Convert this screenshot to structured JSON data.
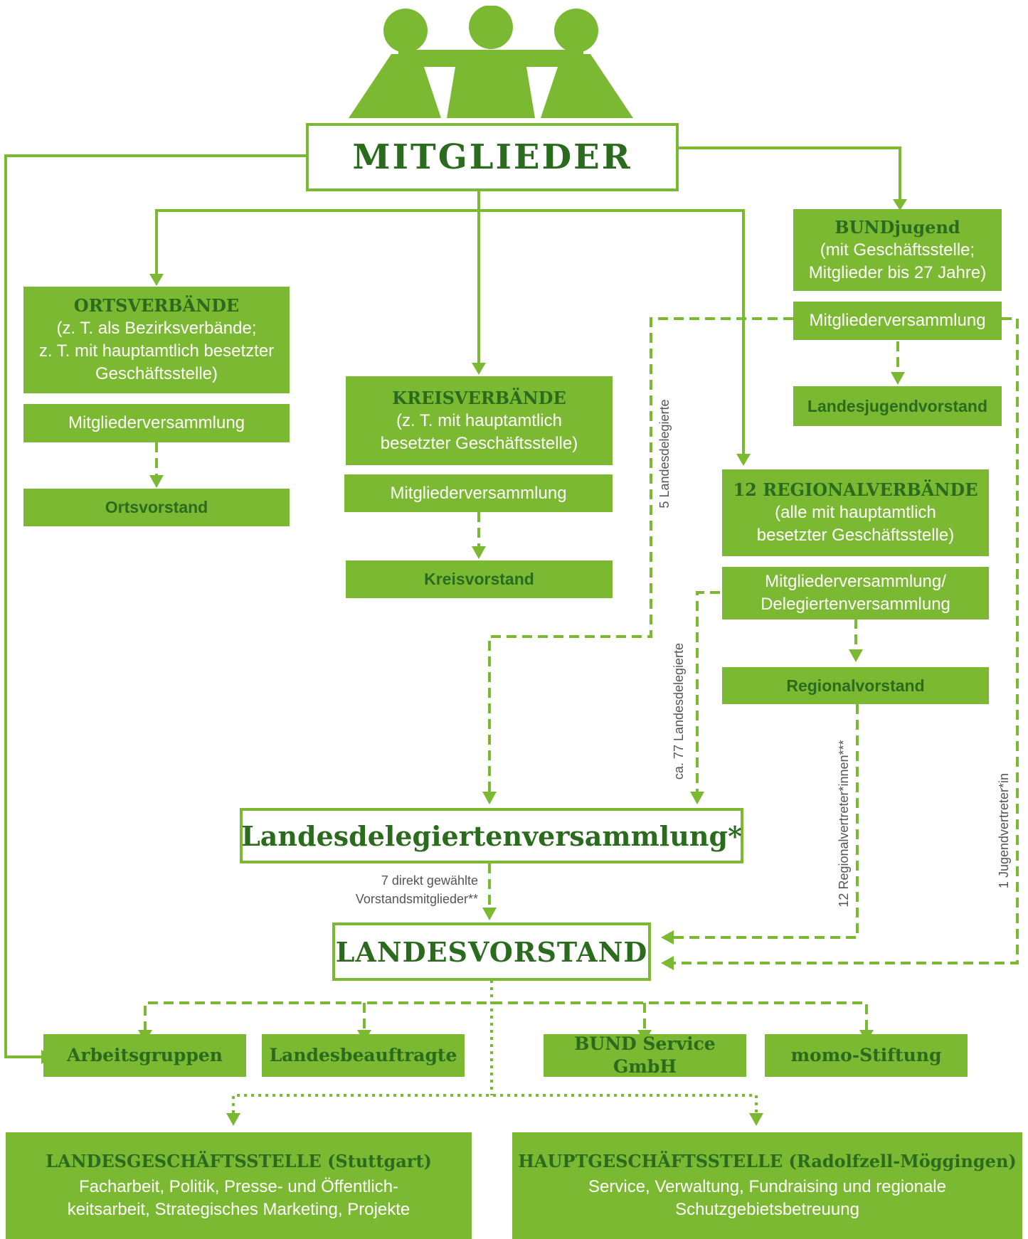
{
  "colors": {
    "green": "#7cb933",
    "dark_green": "#2a6b1e",
    "white": "#ffffff"
  },
  "icons": {
    "people": "people-group-icon"
  },
  "mitglieder": "MITGLIEDER",
  "bundjugend": {
    "title": "BUNDjugend",
    "text1": "(mit Geschäftsstelle;",
    "text2": "Mitglieder bis 27 Jahre)",
    "mv": "Mitgliederversammlung",
    "vorstand": "Landesjugendvorstand"
  },
  "ortsverbaende": {
    "title": "ORTSVERBÄNDE",
    "text1": "(z. T. als Bezirksverbände;",
    "text2": "z. T. mit hauptamtlich besetzter",
    "text3": "Geschäftsstelle)",
    "mv": "Mitgliederversammlung",
    "vorstand": "Ortsvorstand"
  },
  "kreisverbaende": {
    "title": "KREISVERBÄNDE",
    "text1": "(z. T. mit hauptamtlich",
    "text2": "besetzter Geschäftsstelle)",
    "mv": "Mitgliederversammlung",
    "vorstand": "Kreisvorstand"
  },
  "regionalverbaende": {
    "title": "12 REGIONALVERBÄNDE",
    "text1": "(alle mit hauptamtlich",
    "text2": "besetzter Geschäftsstelle)",
    "mv1": "Mitgliederversammlung/",
    "mv2": "Delegiertenversammlung",
    "vorstand": "Regionalvorstand"
  },
  "labels": {
    "landesdelegierte5": "5 Landesdelegierte",
    "landesdelegierte77": "ca. 77 Landesdelegierte",
    "regionalvertreter": "12 Regionalvertreter*innen***",
    "jugendvertreter": "1 Jugendvertreter*in",
    "direkt1": "7 direkt gewählte",
    "direkt2": "Vorstandsmitglieder**"
  },
  "landesdelegiertenversammlung": "Landesdelegiertenversammlung*",
  "landesvorstand": "LANDESVORSTAND",
  "bottom_row": [
    "Arbeitsgruppen",
    "Landesbeauftragte",
    "BUND Service GmbH",
    "momo-Stiftung"
  ],
  "landesgeschaeftsstelle": {
    "title": "LANDESGESCHÄFTSSTELLE (Stuttgart)",
    "text1": "Facharbeit, Politik, Presse- und Öffentlich-",
    "text2": "keitsarbeit, Strategisches Marketing, Projekte"
  },
  "hauptgeschaeftsstelle": {
    "title": "HAUPTGESCHÄFTSSTELLE (Radolfzell-Möggingen)",
    "text1": "Service, Verwaltung, Fundraising und regionale",
    "text2": "Schutzgebietsbetreuung"
  }
}
